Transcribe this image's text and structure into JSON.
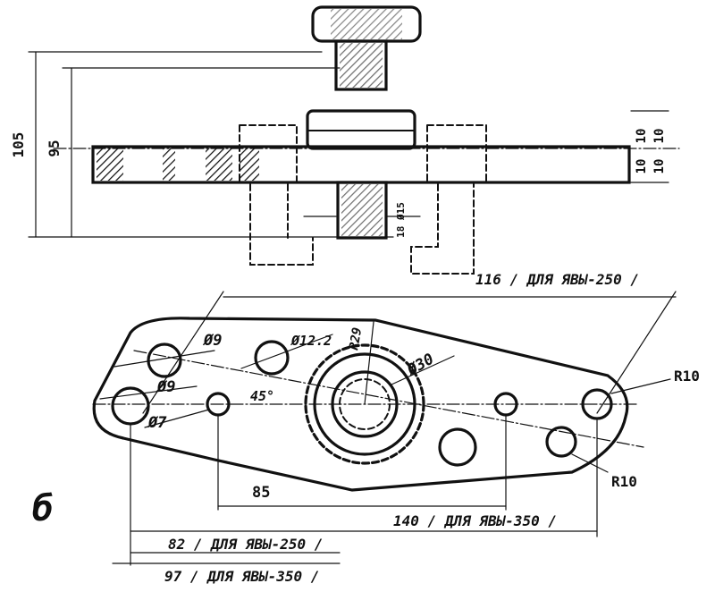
{
  "drawing": {
    "view_label": "б",
    "side_view": {
      "dim_total_height": "105",
      "dim_height": "95",
      "dim_top_thickness": "10",
      "dim_top_thickness_2": "10",
      "dim_bottom_thickness": "10",
      "dim_bottom_thickness_2": "10",
      "dim_bore": "18 Ø15",
      "dim_span": "116 / ДЛЯ ЯВЫ-250 /"
    },
    "plan_view": {
      "hole_1": "Ø9",
      "hole_2": "Ø9",
      "hole_3": "Ø7",
      "hole_4": "Ø12.2",
      "angle": "45°",
      "radius_center": "R29",
      "diameter_center": "Ø30",
      "radius_right": "R10",
      "radius_lower_right": "R10",
      "dim_85": "85",
      "dim_140": "140 / ДЛЯ ЯВЫ-350 /",
      "dim_82": "82 / ДЛЯ ЯВЫ-250 /",
      "dim_97": "97 / ДЛЯ ЯВЫ-350 /"
    }
  }
}
